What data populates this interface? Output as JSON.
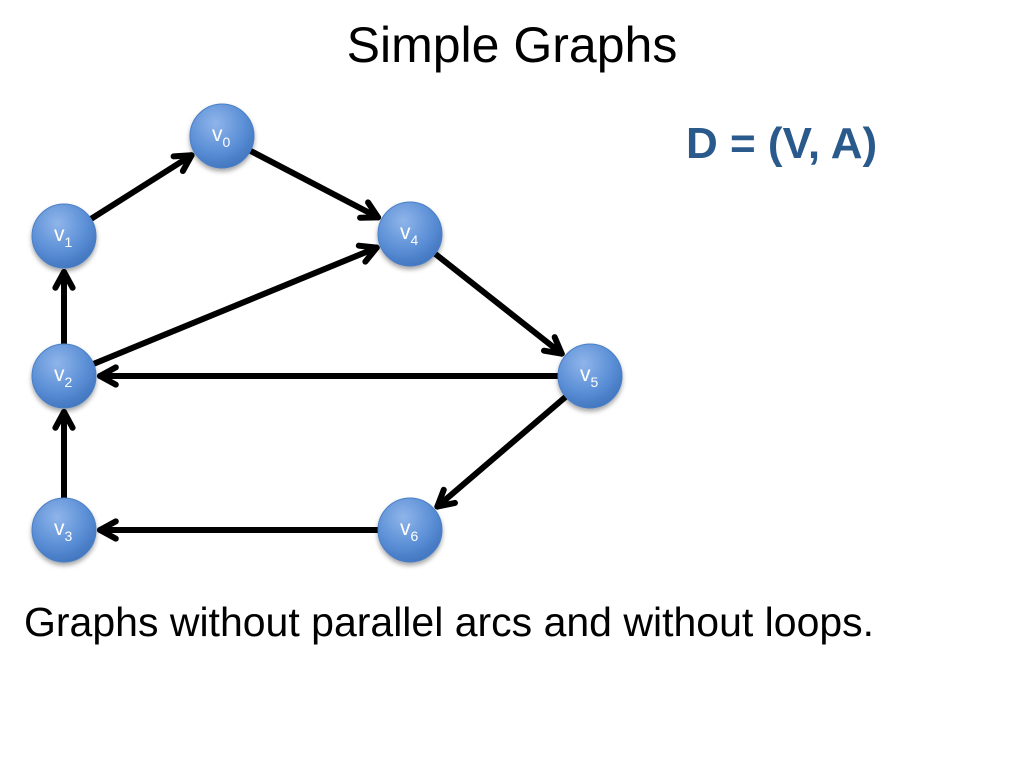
{
  "slide": {
    "title": "Simple Graphs",
    "formula": "D = (V, A)",
    "caption": "Graphs without parallel arcs and without loops."
  },
  "graph": {
    "node_color": "#5b8fd6",
    "edge_color": "#000000",
    "nodes": [
      {
        "id": "v0",
        "label": "v",
        "sub": "0"
      },
      {
        "id": "v1",
        "label": "v",
        "sub": "1"
      },
      {
        "id": "v2",
        "label": "v",
        "sub": "2"
      },
      {
        "id": "v3",
        "label": "v",
        "sub": "3"
      },
      {
        "id": "v4",
        "label": "v",
        "sub": "4"
      },
      {
        "id": "v5",
        "label": "v",
        "sub": "5"
      },
      {
        "id": "v6",
        "label": "v",
        "sub": "6"
      }
    ],
    "arcs": [
      {
        "from": "v1",
        "to": "v0"
      },
      {
        "from": "v0",
        "to": "v4"
      },
      {
        "from": "v2",
        "to": "v1"
      },
      {
        "from": "v2",
        "to": "v4"
      },
      {
        "from": "v4",
        "to": "v5"
      },
      {
        "from": "v5",
        "to": "v2"
      },
      {
        "from": "v5",
        "to": "v6"
      },
      {
        "from": "v3",
        "to": "v2"
      },
      {
        "from": "v6",
        "to": "v3"
      }
    ]
  }
}
